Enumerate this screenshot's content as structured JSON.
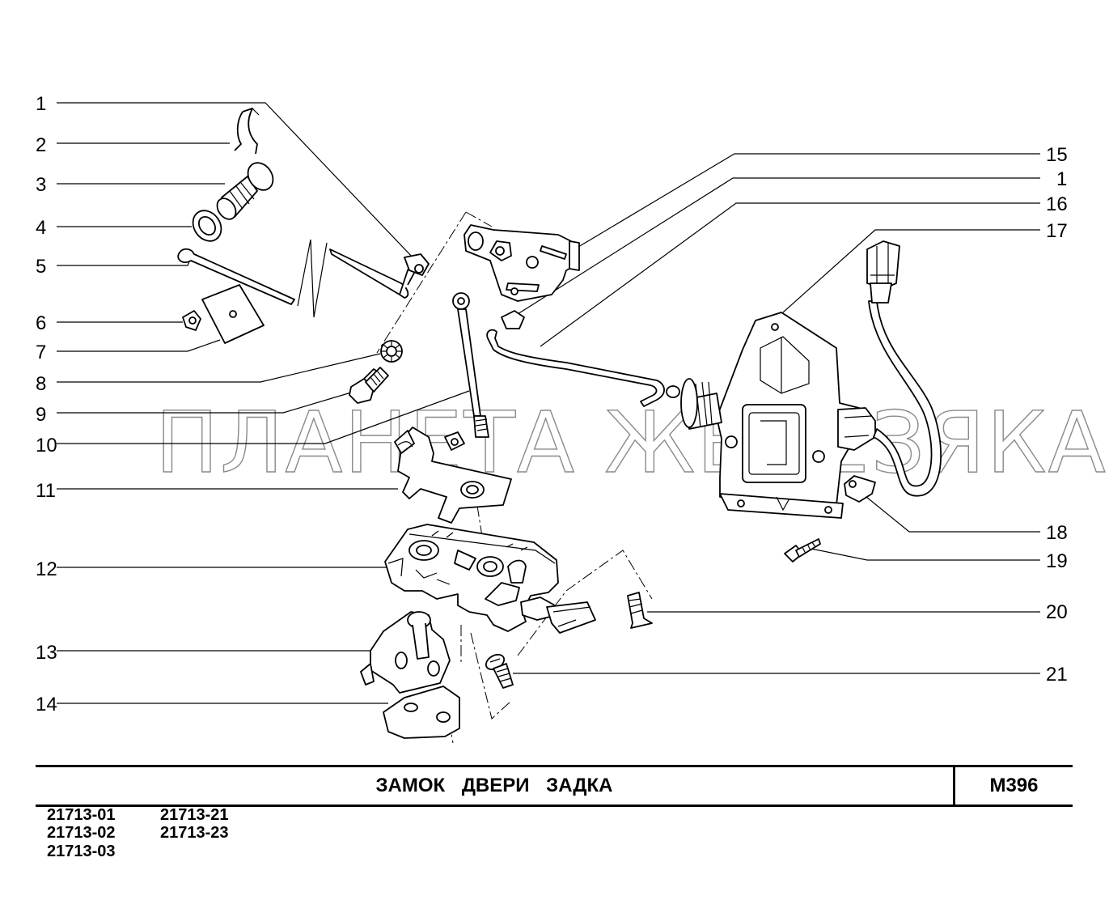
{
  "title": "ЗАМОК   ДВЕРИ   ЗАДКА",
  "sheet_code": "М396",
  "models": [
    "21713-01",
    "21713-21",
    "21713-02",
    "21713-23",
    "21713-03"
  ],
  "watermark": "ПЛАНЕТА ЖЕЛЕЗЯКА",
  "callouts_left": [
    "1",
    "2",
    "3",
    "4",
    "5",
    "6",
    "7",
    "8",
    "9",
    "10",
    "11",
    "12",
    "13",
    "14"
  ],
  "callouts_right": [
    "15",
    "1",
    "16",
    "17",
    "18",
    "19",
    "20",
    "21"
  ]
}
